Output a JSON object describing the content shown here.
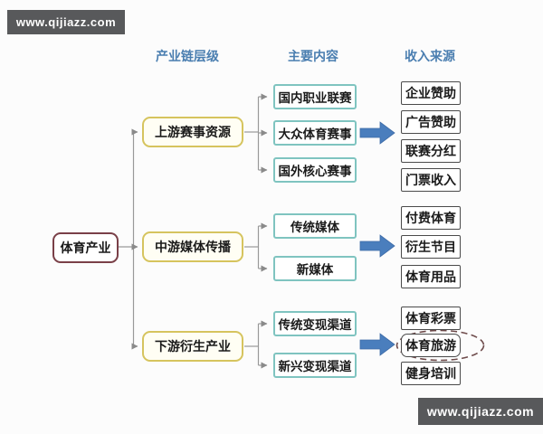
{
  "watermarks": {
    "top_left": "www.qijiazz.com",
    "bottom_right": "www.qijiazz.com"
  },
  "headers": {
    "chain_level": "产业链层级",
    "main_content": "主要内容",
    "income_source": "收入来源"
  },
  "root": {
    "label": "体育产业"
  },
  "levels": [
    {
      "label": "上游赛事资源"
    },
    {
      "label": "中游媒体传播"
    },
    {
      "label": "下游衍生产业"
    }
  ],
  "contents": [
    {
      "label": "国内职业联赛"
    },
    {
      "label": "大众体育赛事"
    },
    {
      "label": "国外核心赛事"
    },
    {
      "label": "传统媒体"
    },
    {
      "label": "新媒体"
    },
    {
      "label": "传统变现渠道"
    },
    {
      "label": "新兴变现渠道"
    }
  ],
  "incomes": [
    {
      "label": "企业赞助",
      "highlighted": false
    },
    {
      "label": "广告赞助",
      "highlighted": false
    },
    {
      "label": "联赛分红",
      "highlighted": false
    },
    {
      "label": "门票收入",
      "highlighted": false
    },
    {
      "label": "付费体育",
      "highlighted": false
    },
    {
      "label": "衍生节目",
      "highlighted": false
    },
    {
      "label": "体育用品",
      "highlighted": false
    },
    {
      "label": "体育彩票",
      "highlighted": false
    },
    {
      "label": "体育旅游",
      "highlighted": true
    },
    {
      "label": "健身培训",
      "highlighted": false
    }
  ],
  "colors": {
    "header_text": "#4a7eb0",
    "root_border": "#7a4048",
    "level_border": "#d6c45e",
    "level_fill": "#fffef4",
    "content_border": "#7fc4c0",
    "income_border": "#4a4a4a",
    "big_arrow_fill": "#4a7ebd",
    "big_arrow_stroke": "#3c6aa6",
    "connector_line": "#999999",
    "highlight_dash": "#6e4b4b",
    "watermark_bg": "#58595b",
    "watermark_text": "#ffffff"
  }
}
